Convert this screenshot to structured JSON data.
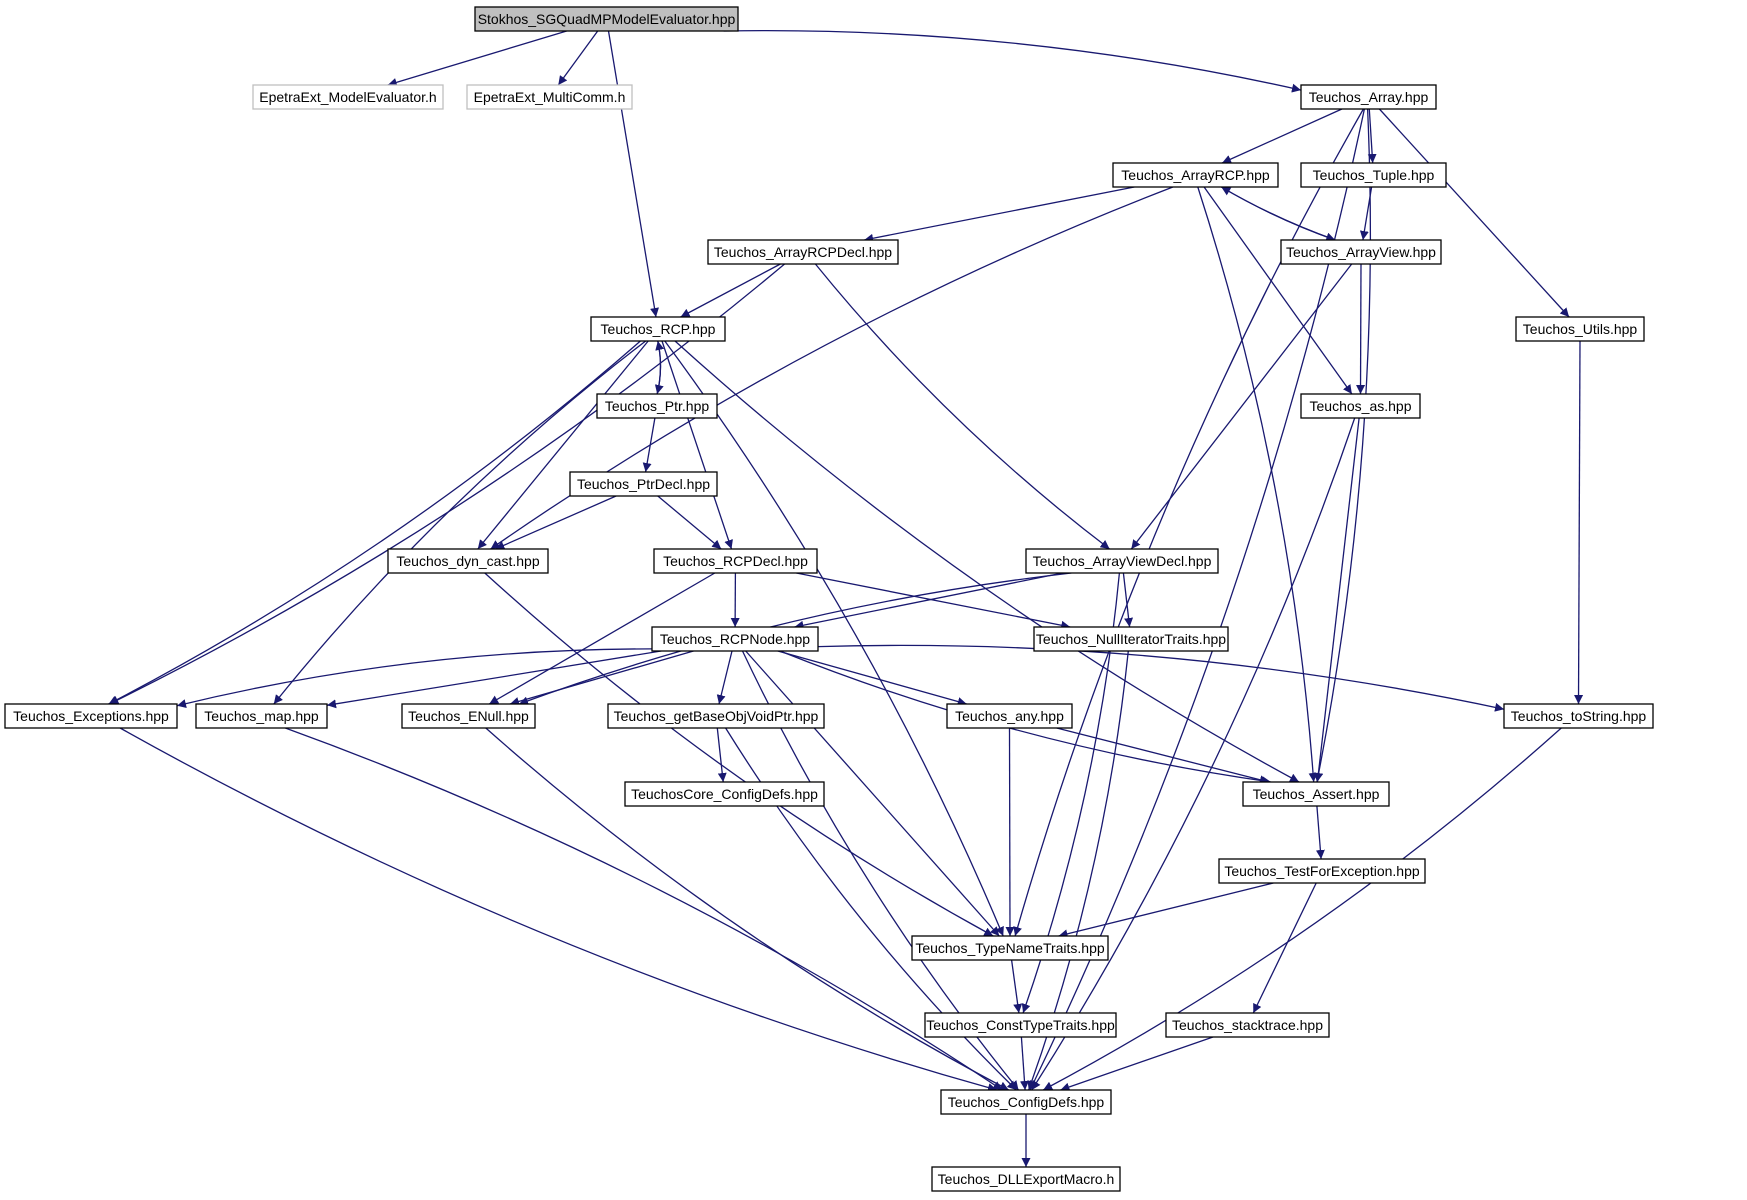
{
  "colors": {
    "edge": "#191970",
    "root_fill": "#bfbfbf",
    "node_border": "#000000",
    "external_border": "#bfbfbf"
  },
  "nodes": [
    {
      "id": "root",
      "label": "Stokhos_SGQuadMPModelEvaluator.hpp",
      "kind": "root"
    },
    {
      "id": "epmodel",
      "label": "EpetraExt_ModelEvaluator.h",
      "kind": "external"
    },
    {
      "id": "epmulti",
      "label": "EpetraExt_MultiComm.h",
      "kind": "external"
    },
    {
      "id": "array",
      "label": "Teuchos_Array.hpp",
      "kind": "normal"
    },
    {
      "id": "arrayrcp",
      "label": "Teuchos_ArrayRCP.hpp",
      "kind": "normal"
    },
    {
      "id": "tuple",
      "label": "Teuchos_Tuple.hpp",
      "kind": "normal"
    },
    {
      "id": "arrayrcpdecl",
      "label": "Teuchos_ArrayRCPDecl.hpp",
      "kind": "normal"
    },
    {
      "id": "arrayview",
      "label": "Teuchos_ArrayView.hpp",
      "kind": "normal"
    },
    {
      "id": "rcp",
      "label": "Teuchos_RCP.hpp",
      "kind": "normal"
    },
    {
      "id": "utils",
      "label": "Teuchos_Utils.hpp",
      "kind": "normal"
    },
    {
      "id": "ptr",
      "label": "Teuchos_Ptr.hpp",
      "kind": "normal"
    },
    {
      "id": "as",
      "label": "Teuchos_as.hpp",
      "kind": "normal"
    },
    {
      "id": "ptrdecl",
      "label": "Teuchos_PtrDecl.hpp",
      "kind": "normal"
    },
    {
      "id": "dyncast",
      "label": "Teuchos_dyn_cast.hpp",
      "kind": "normal"
    },
    {
      "id": "rcpdecl",
      "label": "Teuchos_RCPDecl.hpp",
      "kind": "normal"
    },
    {
      "id": "arrayviewdecl",
      "label": "Teuchos_ArrayViewDecl.hpp",
      "kind": "normal"
    },
    {
      "id": "rcpnode",
      "label": "Teuchos_RCPNode.hpp",
      "kind": "normal"
    },
    {
      "id": "nulliter",
      "label": "Teuchos_NullIteratorTraits.hpp",
      "kind": "normal"
    },
    {
      "id": "exceptions",
      "label": "Teuchos_Exceptions.hpp",
      "kind": "normal"
    },
    {
      "id": "map",
      "label": "Teuchos_map.hpp",
      "kind": "normal"
    },
    {
      "id": "enull",
      "label": "Teuchos_ENull.hpp",
      "kind": "normal"
    },
    {
      "id": "getbase",
      "label": "Teuchos_getBaseObjVoidPtr.hpp",
      "kind": "normal"
    },
    {
      "id": "any",
      "label": "Teuchos_any.hpp",
      "kind": "normal"
    },
    {
      "id": "tostring",
      "label": "Teuchos_toString.hpp",
      "kind": "normal"
    },
    {
      "id": "coreconfig",
      "label": "TeuchosCore_ConfigDefs.hpp",
      "kind": "normal"
    },
    {
      "id": "assert",
      "label": "Teuchos_Assert.hpp",
      "kind": "normal"
    },
    {
      "id": "testforexc",
      "label": "Teuchos_TestForException.hpp",
      "kind": "normal"
    },
    {
      "id": "typename",
      "label": "Teuchos_TypeNameTraits.hpp",
      "kind": "normal"
    },
    {
      "id": "consttype",
      "label": "Teuchos_ConstTypeTraits.hpp",
      "kind": "normal"
    },
    {
      "id": "stacktrace",
      "label": "Teuchos_stacktrace.hpp",
      "kind": "normal"
    },
    {
      "id": "configdefs",
      "label": "Teuchos_ConfigDefs.hpp",
      "kind": "normal"
    },
    {
      "id": "dllexport",
      "label": "Teuchos_DLLExportMacro.h",
      "kind": "normal"
    }
  ],
  "edges": [
    [
      "root",
      "epmodel"
    ],
    [
      "root",
      "epmulti"
    ],
    [
      "root",
      "rcp"
    ],
    [
      "root",
      "array"
    ],
    [
      "array",
      "arrayrcp"
    ],
    [
      "array",
      "tuple"
    ],
    [
      "array",
      "utils"
    ],
    [
      "array",
      "assert"
    ],
    [
      "array",
      "typename"
    ],
    [
      "array",
      "configdefs"
    ],
    [
      "arrayrcp",
      "arrayrcpdecl"
    ],
    [
      "arrayrcp",
      "arrayview"
    ],
    [
      "arrayrcp",
      "as"
    ],
    [
      "arrayrcp",
      "assert"
    ],
    [
      "arrayrcp",
      "dyncast"
    ],
    [
      "tuple",
      "arrayview"
    ],
    [
      "arrayview",
      "arrayrcp"
    ],
    [
      "arrayview",
      "as"
    ],
    [
      "arrayview",
      "arrayviewdecl"
    ],
    [
      "arrayrcpdecl",
      "rcp"
    ],
    [
      "arrayrcpdecl",
      "arrayviewdecl"
    ],
    [
      "arrayrcpdecl",
      "exceptions"
    ],
    [
      "rcp",
      "ptr"
    ],
    [
      "rcp",
      "rcpdecl"
    ],
    [
      "rcp",
      "dyncast"
    ],
    [
      "rcp",
      "exceptions"
    ],
    [
      "rcp",
      "map"
    ],
    [
      "rcp",
      "typename"
    ],
    [
      "rcp",
      "assert"
    ],
    [
      "ptr",
      "rcp"
    ],
    [
      "ptr",
      "ptrdecl"
    ],
    [
      "ptrdecl",
      "dyncast"
    ],
    [
      "ptrdecl",
      "rcpdecl"
    ],
    [
      "utils",
      "tostring"
    ],
    [
      "as",
      "assert"
    ],
    [
      "as",
      "configdefs"
    ],
    [
      "dyncast",
      "typename"
    ],
    [
      "rcpdecl",
      "rcpnode"
    ],
    [
      "rcpdecl",
      "enull"
    ],
    [
      "rcpdecl",
      "nulliter"
    ],
    [
      "arrayviewdecl",
      "rcpnode"
    ],
    [
      "arrayviewdecl",
      "nulliter"
    ],
    [
      "arrayviewdecl",
      "enull"
    ],
    [
      "arrayviewdecl",
      "consttype"
    ],
    [
      "rcpnode",
      "exceptions"
    ],
    [
      "rcpnode",
      "map"
    ],
    [
      "rcpnode",
      "enull"
    ],
    [
      "rcpnode",
      "getbase"
    ],
    [
      "rcpnode",
      "any"
    ],
    [
      "rcpnode",
      "tostring"
    ],
    [
      "rcpnode",
      "assert"
    ],
    [
      "rcpnode",
      "typename"
    ],
    [
      "rcpnode",
      "configdefs"
    ],
    [
      "nulliter",
      "configdefs"
    ],
    [
      "exceptions",
      "configdefs"
    ],
    [
      "map",
      "configdefs"
    ],
    [
      "enull",
      "configdefs"
    ],
    [
      "getbase",
      "coreconfig"
    ],
    [
      "getbase",
      "configdefs"
    ],
    [
      "any",
      "assert"
    ],
    [
      "any",
      "typename"
    ],
    [
      "tostring",
      "configdefs"
    ],
    [
      "assert",
      "testforexc"
    ],
    [
      "testforexc",
      "typename"
    ],
    [
      "testforexc",
      "stacktrace"
    ],
    [
      "typename",
      "consttype"
    ],
    [
      "consttype",
      "configdefs"
    ],
    [
      "stacktrace",
      "configdefs"
    ],
    [
      "configdefs",
      "dllexport"
    ]
  ]
}
